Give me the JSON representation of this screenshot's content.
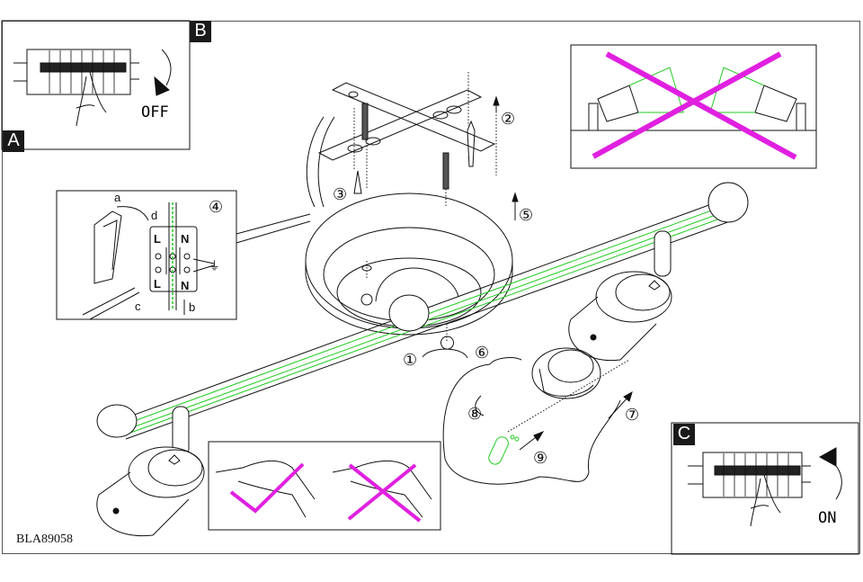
{
  "document": {
    "model_code": "BLA89058",
    "colors": {
      "line": "#111111",
      "accent_green": "#22cc22",
      "cross_magenta": "#e020e0",
      "label_bg": "#1a1a1a"
    }
  },
  "panels": {
    "A": {
      "label": "A"
    },
    "B": {
      "label": "B",
      "switch_text": "OFF"
    },
    "C": {
      "label": "C",
      "switch_text": "ON"
    },
    "wrong_angle": {
      "caption_icon": "cross-icon"
    },
    "bulb_handling": {
      "correct_icon": "check-icon",
      "wrong_icon": "cross-icon"
    },
    "wiring": {
      "step": "④",
      "letters": {
        "a": "a",
        "b": "b",
        "c": "c",
        "d": "d"
      },
      "terminals_top": [
        "L",
        "N"
      ],
      "terminals_bottom": [
        "L",
        "N"
      ],
      "earth_symbol": "⏚"
    }
  },
  "steps": {
    "s1": "①",
    "s2": "②",
    "s3": "③",
    "s5": "⑤",
    "s6": "⑥",
    "s7": "⑦",
    "s8": "⑧",
    "s9": "⑨"
  }
}
